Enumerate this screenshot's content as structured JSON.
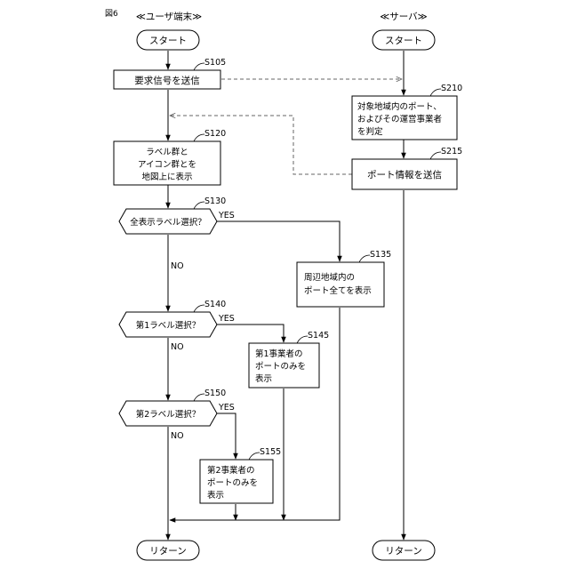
{
  "figure_label": "図6",
  "columns": {
    "user": "≪ユーザ端末≫",
    "server": "≪サーバ≫"
  },
  "terminals": {
    "user_start": "スタート",
    "server_start": "スタート",
    "user_return": "リターン",
    "server_return": "リターン"
  },
  "steps": {
    "s105": {
      "id": "S105",
      "lines": [
        "要求信号を送信"
      ]
    },
    "s210": {
      "id": "S210",
      "lines": [
        "対象地域内のポート、",
        "およびその運営事業者",
        "を判定"
      ]
    },
    "s215": {
      "id": "S215",
      "lines": [
        "ポート情報を送信"
      ]
    },
    "s120": {
      "id": "S120",
      "lines": [
        "ラベル群と",
        "アイコン群とを",
        "地図上に表示"
      ]
    },
    "s130": {
      "id": "S130",
      "lines": [
        "全表示ラベル選択？"
      ]
    },
    "s135": {
      "id": "S135",
      "lines": [
        "周辺地域内の",
        "ポート全てを表示"
      ]
    },
    "s140": {
      "id": "S140",
      "lines": [
        "第1ラベル選択？"
      ]
    },
    "s145": {
      "id": "S145",
      "lines": [
        "第1事業者の",
        "ポートのみを",
        "表示"
      ]
    },
    "s150": {
      "id": "S150",
      "lines": [
        "第2ラベル選択？"
      ]
    },
    "s155": {
      "id": "S155",
      "lines": [
        "第2事業者の",
        "ポートのみを",
        "表示"
      ]
    }
  },
  "branch_labels": {
    "s130_yes": "YES",
    "s130_no": "NO",
    "s140_yes": "YES",
    "s140_no": "NO",
    "s150_yes": "YES",
    "s150_no": "NO"
  }
}
